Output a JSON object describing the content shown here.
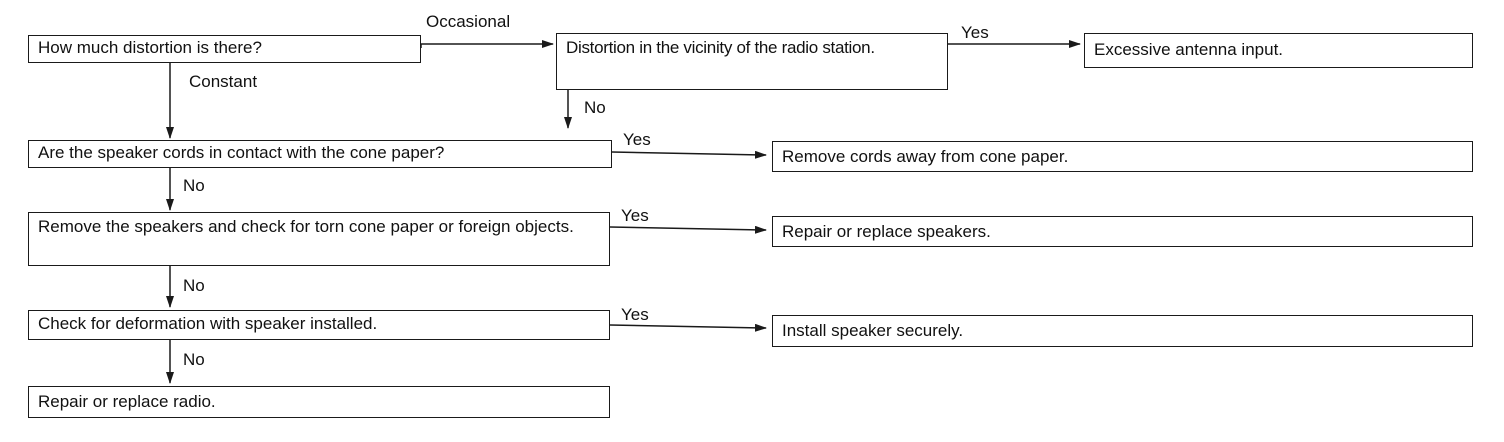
{
  "boxes": {
    "how_much": "How much distortion is there?",
    "vicinity": "Distortion in the vicinity of the radio station.",
    "excessive": "Excessive antenna input.",
    "cords_contact": "Are the speaker cords in contact with the cone paper?",
    "remove_cords": "Remove cords away from cone paper.",
    "remove_speakers": "Remove the speakers and check for torn cone paper or foreign objects.",
    "repair_speakers": "Repair or replace speakers.",
    "deformation": "Check for deformation with speaker installed.",
    "install_secure": "Install speaker securely.",
    "repair_radio": "Repair or replace radio."
  },
  "labels": {
    "occasional": "Occasional",
    "constant": "Constant",
    "yes_1": "Yes",
    "no_1": "No",
    "yes_2": "Yes",
    "no_2": "No",
    "yes_3": "Yes",
    "no_3": "No",
    "yes_4": "Yes",
    "no_4": "No"
  }
}
